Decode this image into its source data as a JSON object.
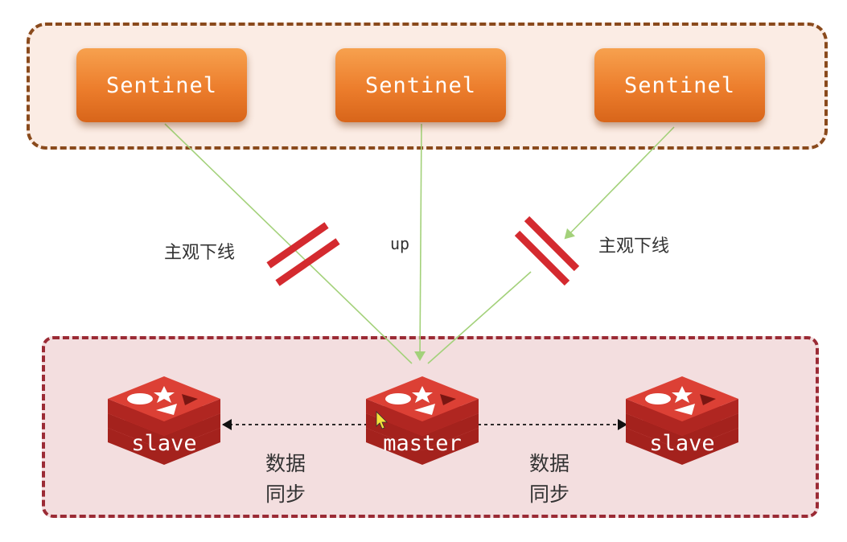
{
  "sentinels": [
    {
      "label": "Sentinel"
    },
    {
      "label": "Sentinel"
    },
    {
      "label": "Sentinel"
    }
  ],
  "connections": [
    {
      "label": "主观下线",
      "blocked": true
    },
    {
      "label": "up",
      "blocked": false
    },
    {
      "label": "主观下线",
      "blocked": true
    }
  ],
  "nodes": {
    "left": {
      "label": "slave"
    },
    "center": {
      "label": "master"
    },
    "right": {
      "label": "slave"
    }
  },
  "sync_labels": [
    "数据\n同步",
    "数据\n同步"
  ],
  "colors": {
    "sentinel_fill": "#ec7d2c",
    "sentinel_group_border": "#8a4a1c",
    "redis_group_border": "#9b2b35",
    "redis_red": "#c8302a",
    "connection_line": "#a3d17a",
    "block_mark": "#d42a2f"
  }
}
